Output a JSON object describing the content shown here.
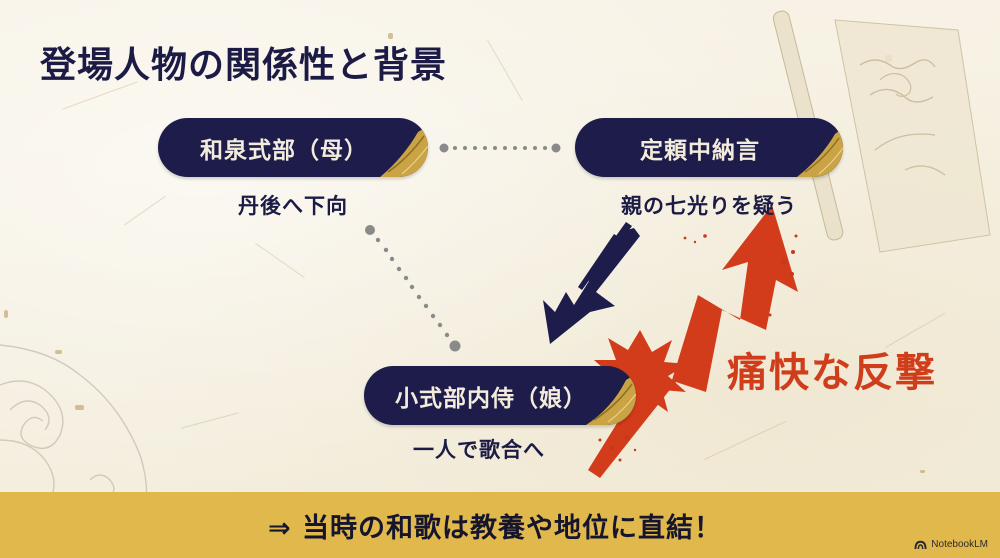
{
  "slide": {
    "title": "登場人物の関係性と背景",
    "colors": {
      "background": "#F6F1E3",
      "pill": "#1D1C4A",
      "pill_text": "#F3ECDC",
      "pill_accent_gold": "#C9A344",
      "text_dark": "#1B1B45",
      "accent_red": "#CF3D1B",
      "banner": "#E0B84C",
      "connector": "#8A8A8A"
    }
  },
  "nodes": {
    "mother": {
      "label": "和泉式部（母）",
      "caption": "丹後へ下向"
    },
    "sadayori": {
      "label": "定頼中納言",
      "caption": "親の七光りを疑う"
    },
    "daughter": {
      "label": "小式部内侍（娘）",
      "caption": "一人で歌合へ"
    }
  },
  "connectors": [
    {
      "from": "mother",
      "to": "sadayori",
      "style": "dotted"
    },
    {
      "from": "mother",
      "to": "daughter",
      "style": "dotted"
    }
  ],
  "arrows": [
    {
      "from": "sadayori",
      "to": "daughter",
      "style": "brush-stroke",
      "color": "#1D1C4A"
    },
    {
      "from": "daughter",
      "to": "sadayori",
      "style": "zigzag-burst",
      "color": "#CF3D1B"
    }
  ],
  "impact_label": "痛快な反撃",
  "banner": {
    "text": "⇒ 当時の和歌は教養や地位に直結！"
  },
  "branding": {
    "label": "NotebookLM"
  }
}
